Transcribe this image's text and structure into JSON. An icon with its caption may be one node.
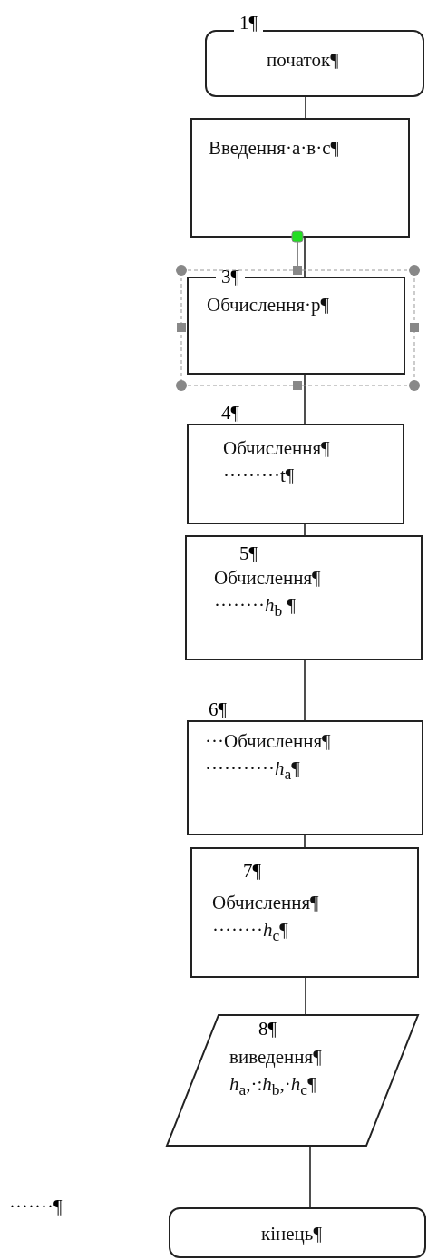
{
  "diagram": {
    "nodes": [
      {
        "text": [
          "1¶",
          "початок¶"
        ]
      },
      {
        "text": [
          "Введення·a·в·c¶"
        ]
      },
      {
        "text": [
          "3¶",
          "Обчислення·p¶"
        ]
      },
      {
        "text": [
          "4¶",
          "Обчислення¶",
          "·········t¶"
        ]
      },
      {
        "text": [
          "5¶",
          "Обчислення¶",
          "········*h*$_{b}$ ¶"
        ]
      },
      {
        "text": [
          "6¶",
          "···Обчислення¶",
          "···········*h*$_{a}$¶"
        ]
      },
      {
        "text": [
          "7¶",
          "Обчислення¶",
          "········*h*$_{c}$¶"
        ]
      },
      {
        "text": [
          "8¶",
          "виведення¶",
          "*h*$_{a}$,·:*h*$_{b}$,·*h*$_{c}$¶"
        ]
      },
      {
        "text": [
          "кінець¶"
        ]
      }
    ],
    "edges": [
      {
        "from": 0,
        "to": 1,
        "arrow": "none"
      },
      {
        "from": 1,
        "to": 2,
        "arrow": "none"
      },
      {
        "from": 2,
        "to": 3,
        "arrow": "none"
      },
      {
        "from": 3,
        "to": 4,
        "arrow": "none"
      },
      {
        "from": 4,
        "to": 5,
        "arrow": "none"
      },
      {
        "from": 5,
        "to": 6,
        "arrow": "none"
      },
      {
        "from": 6,
        "to": 7,
        "arrow": "none"
      },
      {
        "from": 7,
        "to": 8,
        "arrow": "none"
      }
    ],
    "labels": [
      "·······¶"
    ]
  }
}
